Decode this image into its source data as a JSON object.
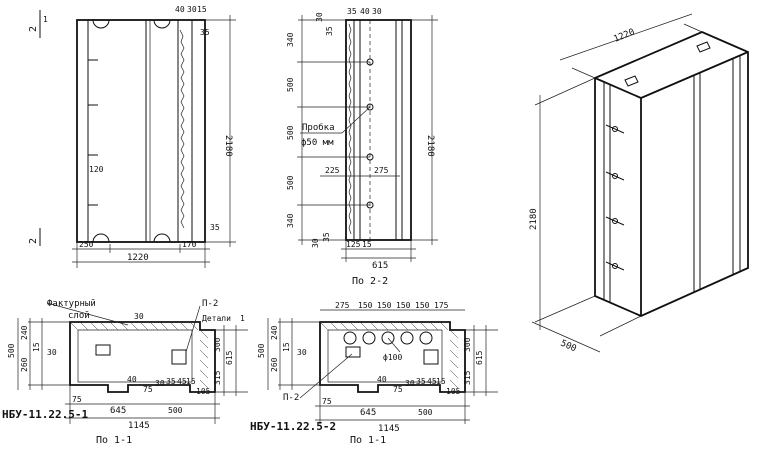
{
  "front_view": {
    "width": "1220",
    "height": "2180",
    "left_end": "250",
    "right_end": "170",
    "inner_offset": "120",
    "top_dims": [
      "40",
      "30",
      "15"
    ],
    "top_right": "35",
    "bottom_right": "35",
    "section_mark_top": "2",
    "section_mark_top_sub": "1",
    "section_mark_bottom": "2"
  },
  "side_view": {
    "caption": "По 2-2",
    "height": "2180",
    "vertical_dims": [
      "340",
      "500",
      "500",
      "500",
      "340"
    ],
    "plug_label": "Пробка",
    "plug_diameter": "ф50 мм",
    "dims_mid": [
      "225",
      "275"
    ],
    "top_dims": [
      "30",
      "35",
      "35",
      "40",
      "30"
    ],
    "bottom_dims": [
      "125",
      "15",
      "35",
      "30"
    ],
    "width": "615"
  },
  "section_left": {
    "caption": "По 1-1",
    "mark": "НБУ-11.22.5-1",
    "facing_label_1": "Фактурный",
    "facing_label_2": "слой",
    "part_label_1": "П-2",
    "part_label_2": "Детали",
    "part_label_3": "1",
    "left_dims": [
      "240",
      "15",
      "260",
      "500"
    ],
    "left_small": "30",
    "top_dim": "30",
    "right_dims": [
      "300",
      "315",
      "615"
    ],
    "bottom_dims": [
      "75",
      "645",
      "500",
      "1145"
    ],
    "inner_dims": [
      "40",
      "75",
      "30",
      "35",
      "45",
      "15",
      "105"
    ]
  },
  "section_right": {
    "caption": "По 1-1",
    "mark": "НБУ-11.22.5-2",
    "part_label": "П-2",
    "hole_diameter": "ф100",
    "top_dims": [
      "275",
      "150",
      "150",
      "150",
      "150",
      "175"
    ],
    "left_dims": [
      "240",
      "15",
      "260",
      "500"
    ],
    "left_small": "30",
    "right_dims": [
      "300",
      "315",
      "615"
    ],
    "bottom_dims": [
      "75",
      "645",
      "500",
      "1145"
    ],
    "inner_dims": [
      "40",
      "75",
      "30",
      "35",
      "45",
      "15",
      "105"
    ]
  },
  "iso_view": {
    "width": "1220",
    "height": "2180",
    "depth": "500"
  }
}
